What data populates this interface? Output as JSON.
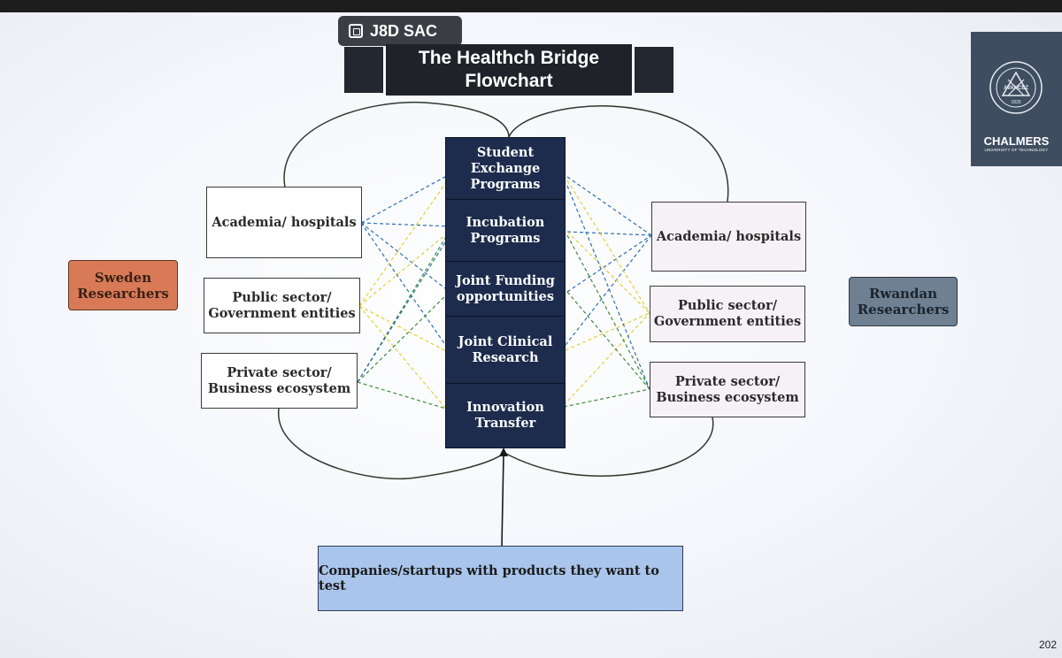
{
  "call_badge": {
    "label": "J8D SAC",
    "icon": "window-share-icon"
  },
  "title": {
    "line1": "The Healthch Bridge",
    "line2": "Flowchart"
  },
  "logo": {
    "name": "CHALMERS",
    "subtitle": "UNIVERSITY OF TECHNOLOGY",
    "seal_text": "AVANCEZ",
    "seal_year": "1829"
  },
  "sweden": {
    "label": "Sweden Researchers"
  },
  "rwanda": {
    "label": "Rwandan Researchers"
  },
  "left_nodes": [
    {
      "label": "Academia/ hospitals"
    },
    {
      "label": "Public sector/ Government entities"
    },
    {
      "label": "Private sector/ Business ecosystem"
    }
  ],
  "right_nodes": [
    {
      "label": "Academia/ hospitals"
    },
    {
      "label": "Public sector/ Government entities"
    },
    {
      "label": "Private sector/ Business ecosystem"
    }
  ],
  "center_stack": [
    {
      "label": "Student Exchange Programs"
    },
    {
      "label": "Incubation Programs"
    },
    {
      "label": "Joint Funding opportunities"
    },
    {
      "label": "Joint Clinical Research"
    },
    {
      "label": "Innovation Transfer"
    }
  ],
  "companies": {
    "label": "Companies/startups with products they want to test"
  },
  "year_fragment": "202",
  "colors": {
    "stack_fill": "#1d2b4d",
    "companies_fill": "#a9c5ec",
    "sweden_fill": "#d97a57",
    "rwanda_fill": "#6f8093",
    "link_blue": "#2f6fb0",
    "link_yellow": "#e3cf3a",
    "link_green": "#3f8a3a"
  }
}
